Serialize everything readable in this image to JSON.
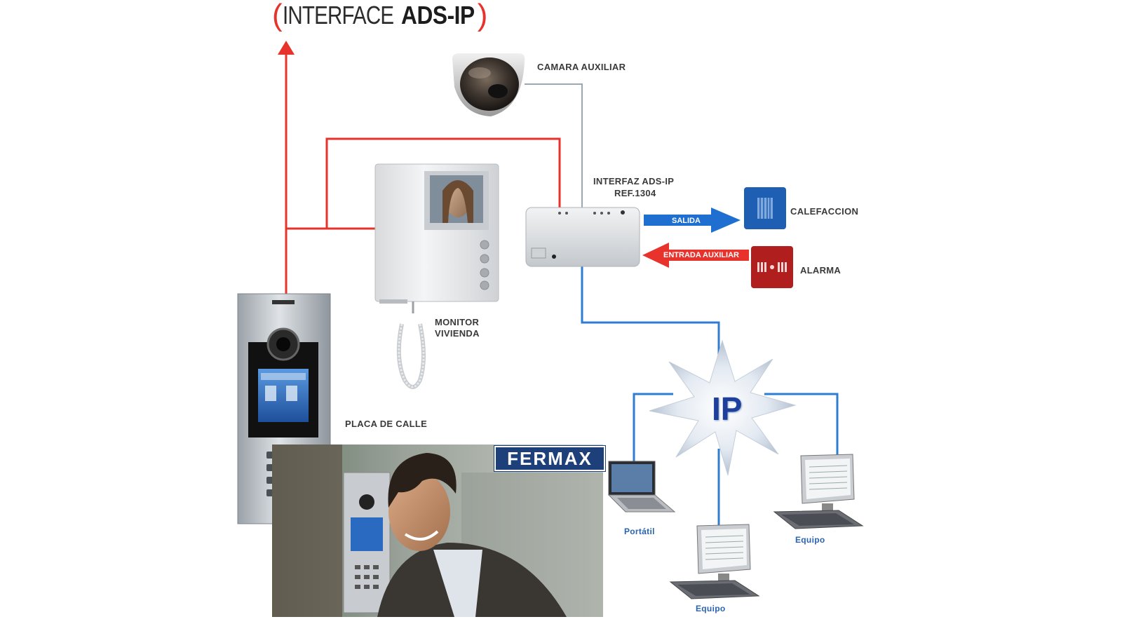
{
  "title": {
    "open": "(",
    "part1": "INTERFACE ",
    "part2": "ADS-IP",
    "close": ")"
  },
  "labels": {
    "camera": "CAMARA AUXILIAR",
    "interface_line1": "INTERFAZ ADS-IP",
    "interface_line2": "REF.1304",
    "heating": "CALEFACCION",
    "alarm": "ALARMA",
    "monitor_line1": "MONITOR",
    "monitor_line2": "VIVIENDA",
    "street_panel": "PLACA DE CALLE",
    "laptop": "Portátil",
    "computer_right": "Equipo",
    "computer_bottom": "Equipo"
  },
  "arrows": {
    "output": "SALIDA",
    "input": "ENTRADA AUXILIAR"
  },
  "network": {
    "cloud_label": "IP"
  },
  "brand": {
    "logo": "FERMAX"
  },
  "colors": {
    "red_line": "#e8322c",
    "blue_line": "#2e7dd1",
    "gray_line": "#8a9aa8",
    "heating_blue": "#1e5fb4",
    "alarm_red": "#b01e1e"
  }
}
